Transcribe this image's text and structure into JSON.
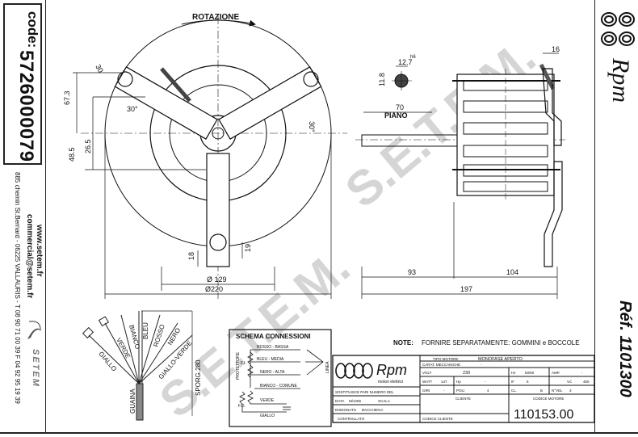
{
  "left_strip": {
    "code_label": "code:",
    "code_value": "5726000079",
    "website": "www.setem.fr",
    "email": "commercial@setem.fr",
    "address": "885 chemin St.Bernard  -  06225 VALLAURIS  -  T 08 90 71 00 39   F 04 92 95 19 39",
    "brand": "SETEM"
  },
  "right_strip": {
    "logo": "Rpm",
    "reference": "Réf. 1101300"
  },
  "front_view": {
    "rotation_label": "ROTAZIONE",
    "dims": {
      "d67": "67.3",
      "d48": "48.5",
      "d26": "26.5",
      "a30_top": "30",
      "a30_left": "30°",
      "a30_right": "30°",
      "d18": "18",
      "d19": "19",
      "dia129": "Ø 129",
      "dia220": "Ø220"
    }
  },
  "side_view": {
    "shaft_h": "h6",
    "shaft_d": "12.7",
    "shaft_flat": "11.8",
    "flat_len": "70",
    "flat_label": "PIANO",
    "d16": "16",
    "d93": "93",
    "d104": "104",
    "d197": "197"
  },
  "wires": {
    "labels": [
      "GIALLO",
      "VERDE",
      "BIANCO",
      "BLEU",
      "ROSSO",
      "NERO",
      "GIALLO-VERDE"
    ],
    "sheath": "GUAINA",
    "protrusion": "SPORG.280"
  },
  "schema": {
    "title": "SCHEMA CONNESSIONI",
    "lines": [
      "ROSSO - BASSA",
      "BLEU - MEDIA",
      "NERO - ALTA",
      "BIANCO - COMUNE",
      "VERDE",
      "GIALLO"
    ],
    "protettore": "PROTETTORE",
    "fi": "F.I.",
    "fd": "F.D.",
    "linea": "LINEA"
  },
  "note": {
    "label": "NOTE:",
    "text": "FORNIRE SEPARATAMENTE: GOMMINI e BOCCOLE"
  },
  "title_block": {
    "logo": "Rpm",
    "logo_sub": "motori elettrici",
    "substitutes": "SOSTITUISCE PARI NUMERO DEL",
    "data_label": "DATA",
    "data_value": "M/1266",
    "scala": "SCALA",
    "disegnato_label": "DISEGNATO",
    "disegnato_value": "BACCHIEGA",
    "controllato": "CONTROLLATO",
    "tipo_label": "TIPO MOTORE",
    "tipo_value": "MONOFASE APERTO",
    "carat_label": "CARAT. MECCANICHE",
    "carat_value": "-",
    "volt_label": "VOLT",
    "volt_value": "230",
    "hz_label": "Hz",
    "hz_value": "50/60",
    "amp_label": "AMP.",
    "amp_value": "-",
    "watt_label": "WATT",
    "watt_value": "147",
    "hp_label": "Hp",
    "hp_value": "-",
    "if_label": "IF",
    "if_value": "5",
    "vc_label": "VC",
    "vc_value": "450",
    "giri_label": "GIRI",
    "giri_value": "-",
    "poli_label": "POLI",
    "poli_value": "4",
    "cl_label": "CL.",
    "cl_value": "B",
    "nvel_label": "N°VEL",
    "nvel_value": "3",
    "cliente": "CLIENTE",
    "codice_cliente": "CODICE CLIENTE",
    "codice_motore_label": "CODICE MOTORE",
    "codice_motore_value": "110153.00"
  }
}
